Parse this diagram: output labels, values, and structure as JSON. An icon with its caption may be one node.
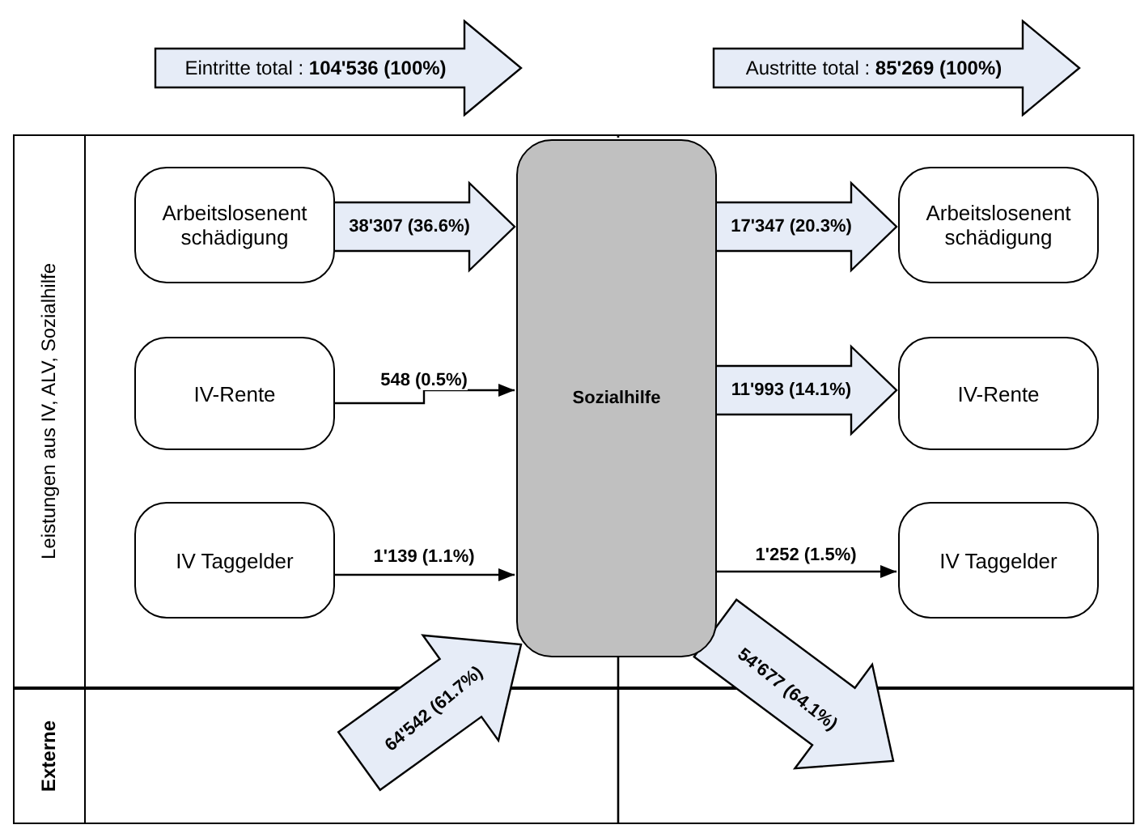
{
  "diagram": {
    "nodes": [
      {
        "text": [
          "Eintritte total : **104'536 (100%)**"
        ]
      },
      {
        "text": [
          "Austritte total : **85'269 (100%)**"
        ]
      },
      {
        "text": [
          "Leistungen aus IV, ALV, Sozialhilfe"
        ]
      },
      {
        "text": [
          "Arbeitslosenent schädigung"
        ],
        "in": 2
      },
      {
        "text": [
          "IV-Rente"
        ],
        "in": 2
      },
      {
        "text": [
          "IV Taggelder"
        ],
        "in": 2
      },
      {
        "text": [
          "Sozialhilfe"
        ],
        "in": 2
      },
      {
        "text": [
          "Arbeitslosenent schädigung"
        ],
        "in": 2
      },
      {
        "text": [
          "IV-Rente"
        ],
        "in": 2
      },
      {
        "text": [
          "IV Taggelder"
        ],
        "in": 2
      },
      {
        "text": [
          "Externe"
        ]
      }
    ],
    "edges": [
      {
        "from": 3,
        "to": 6,
        "arrow": "to",
        "label": "38'307 (36.6%)",
        "style": "thick"
      },
      {
        "from": 4,
        "to": 6,
        "arrow": "to",
        "label": "548 (0.5%)",
        "color": "#000000"
      },
      {
        "from": 5,
        "to": 6,
        "arrow": "to",
        "label": "1'139 (1.1%)",
        "color": "#000000"
      },
      {
        "from": 10,
        "to": 6,
        "arrow": "to",
        "label": "64'542 (61.7%)",
        "style": "thick"
      },
      {
        "from": 6,
        "to": 7,
        "arrow": "to",
        "label": "17'347 (20.3%)",
        "style": "thick"
      },
      {
        "from": 6,
        "to": 8,
        "arrow": "to",
        "label": "11'993 (14.1%)",
        "style": "thick"
      },
      {
        "from": 6,
        "to": 9,
        "arrow": "to",
        "label": "1'252 (1.5%)",
        "color": "#000000"
      },
      {
        "from": 6,
        "to": 10,
        "arrow": "to",
        "label": "54'677 (64.1%)",
        "style": "thick"
      }
    ]
  }
}
